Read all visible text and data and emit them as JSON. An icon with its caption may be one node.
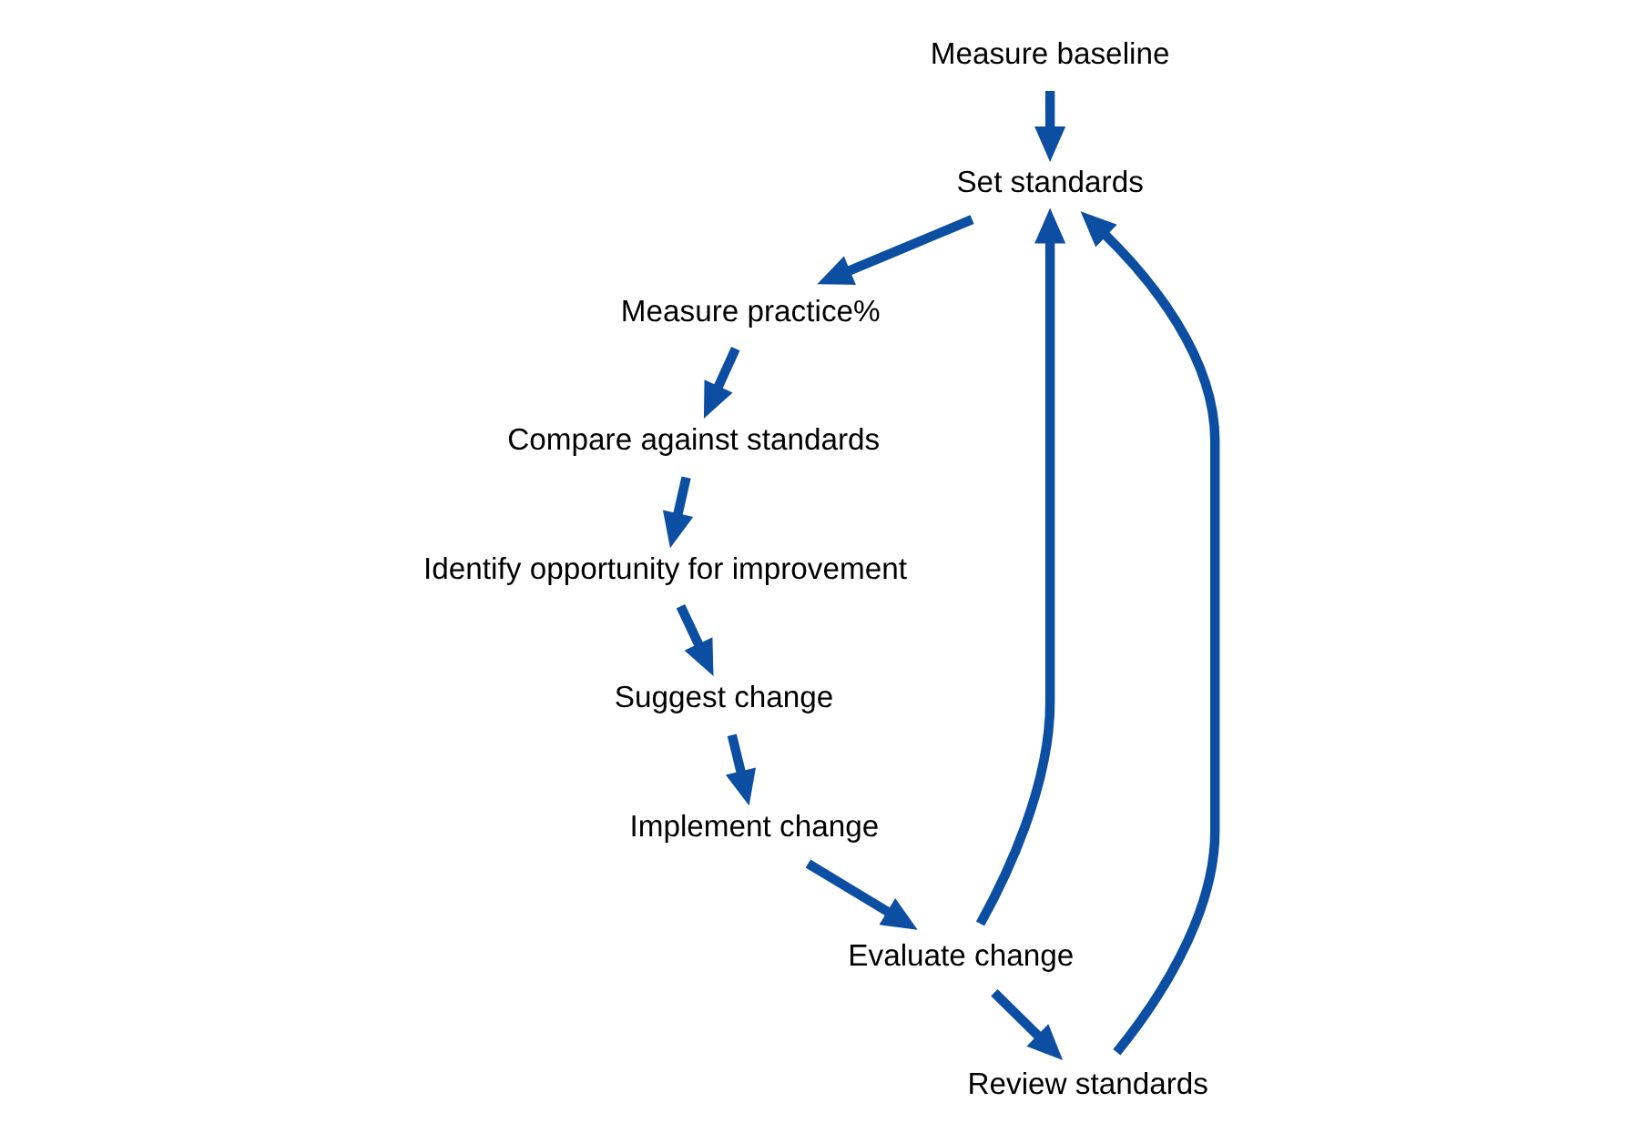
{
  "diagram": {
    "nodes": [
      {
        "text": [
          "Measure baseline"
        ]
      },
      {
        "text": [
          "Set standards"
        ]
      },
      {
        "text": [
          "Measure practice%"
        ]
      },
      {
        "text": [
          "Compare against standards"
        ]
      },
      {
        "text": [
          "Identify opportunity for improvement"
        ]
      },
      {
        "text": [
          "Suggest change"
        ]
      },
      {
        "text": [
          "Implement change"
        ]
      },
      {
        "text": [
          "Evaluate change"
        ]
      },
      {
        "text": [
          "Review standards"
        ]
      }
    ],
    "edges": [
      {
        "from": 0,
        "to": 1,
        "arrow": "to"
      },
      {
        "from": 1,
        "to": 2,
        "arrow": "to"
      },
      {
        "from": 2,
        "to": 3,
        "arrow": "to"
      },
      {
        "from": 3,
        "to": 4,
        "arrow": "to"
      },
      {
        "from": 4,
        "to": 5,
        "arrow": "to"
      },
      {
        "from": 5,
        "to": 6,
        "arrow": "to"
      },
      {
        "from": 6,
        "to": 7,
        "arrow": "to"
      },
      {
        "from": 7,
        "to": 8,
        "arrow": "to"
      },
      {
        "from": 8,
        "to": 1,
        "arrow": "to"
      },
      {
        "from": 7,
        "to": 1,
        "arrow": "to"
      }
    ]
  }
}
